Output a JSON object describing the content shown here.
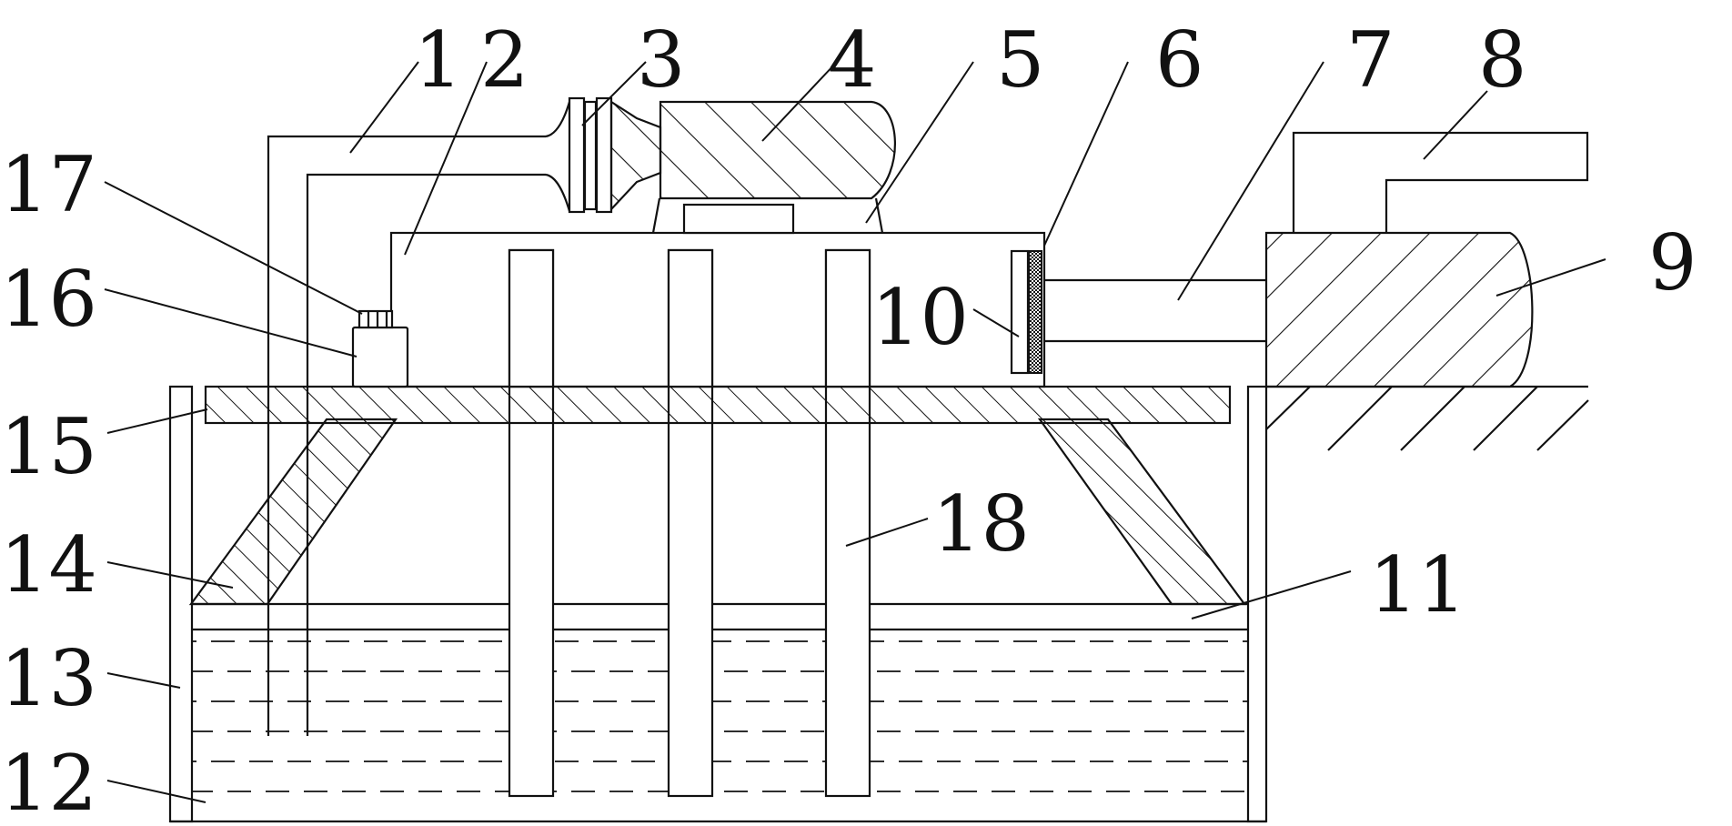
{
  "diagram": {
    "labels": {
      "l1": "1",
      "l2": "2",
      "l3": "3",
      "l4": "4",
      "l5": "5",
      "l6": "6",
      "l7": "7",
      "l8": "8",
      "l9": "9",
      "l10": "10",
      "l11": "11",
      "l12": "12",
      "l13": "13",
      "l14": "14",
      "l15": "15",
      "l16": "16",
      "l17": "17",
      "l18": "18"
    },
    "colors": {
      "line": "#111111",
      "background": "#ffffff"
    }
  }
}
